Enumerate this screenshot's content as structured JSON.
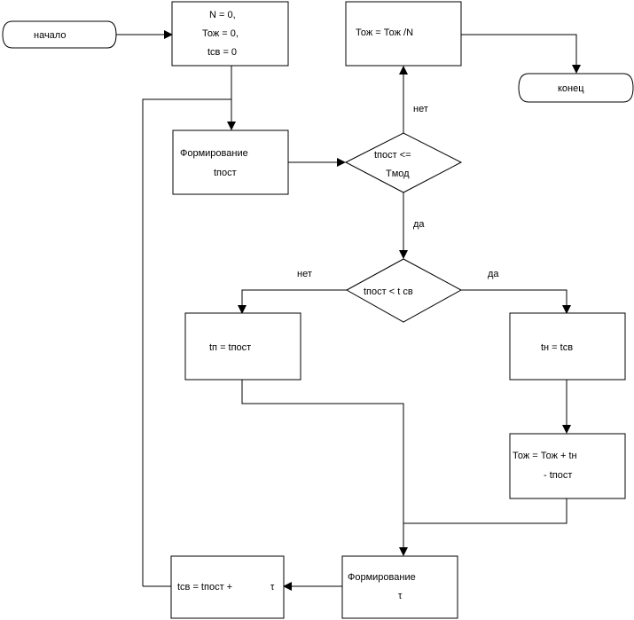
{
  "flowchart": {
    "start": "начало",
    "end": "конец",
    "init": [
      "N = 0,",
      "Тож = 0,",
      "tсв = 0"
    ],
    "gen_tpost": [
      "Формирование",
      "tпост"
    ],
    "avg": "Тож = Тож /N",
    "cond1": [
      "tпост <=",
      "Tмод"
    ],
    "cond1_no": "нет",
    "cond1_yes": "да",
    "cond2": "tпост < t св",
    "cond2_no": "нет",
    "cond2_yes": "да",
    "left_box": "tп = tпост",
    "right_box": "tн = tсв",
    "wait_box": [
      "Тож = Тож + tн",
      "- tпост"
    ],
    "gen_tau": [
      "Формирование",
      "τ"
    ],
    "tsv_box": [
      "tсв = tпост +",
      "τ"
    ]
  }
}
